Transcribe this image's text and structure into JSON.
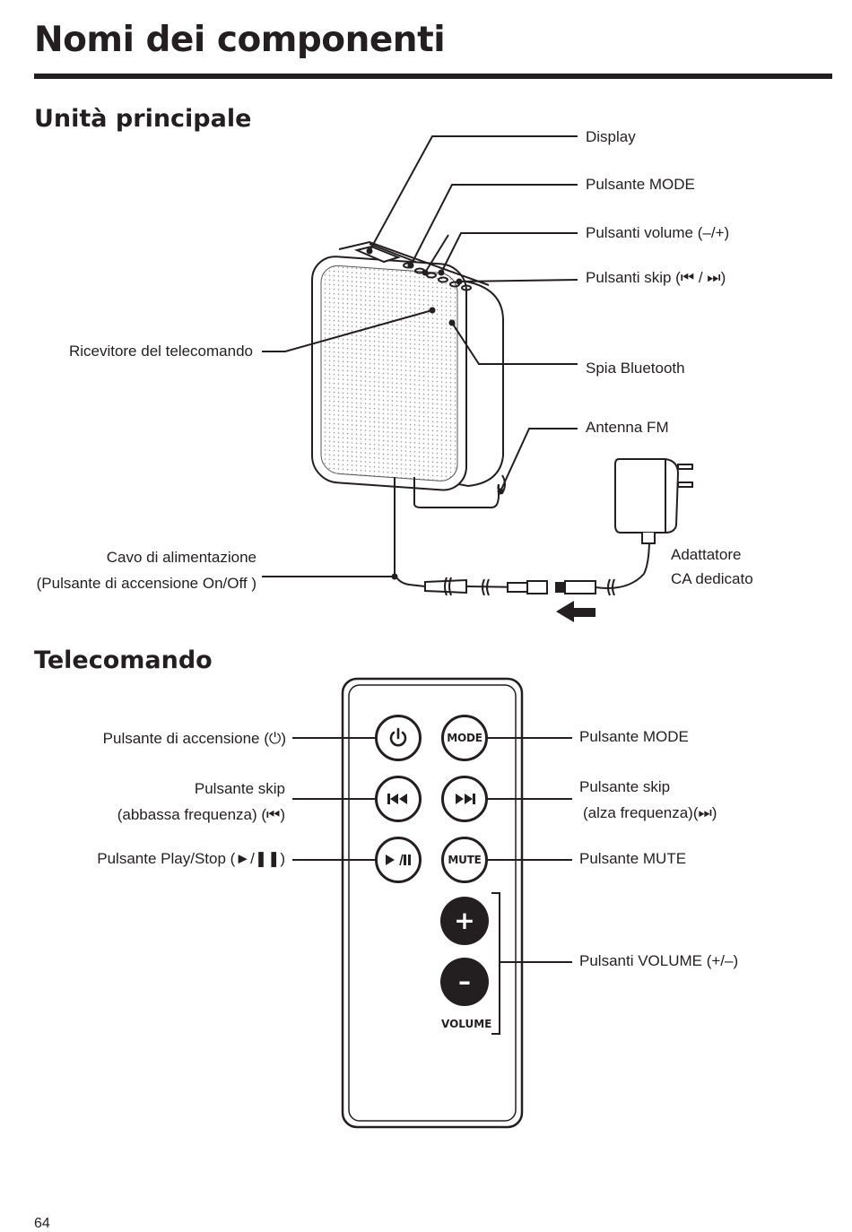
{
  "page": {
    "title": "Nomi dei componenti",
    "page_number": "64"
  },
  "main_unit": {
    "heading": "Unità principale",
    "labels": {
      "display": "Display",
      "mode_button": "Pulsante MODE",
      "volume_buttons": "Pulsanti volume (–/+)",
      "skip_buttons": "Pulsanti skip (⏮ / ⏭)",
      "remote_receiver": "Ricevitore del telecomando",
      "bluetooth_indicator": "Spia Bluetooth",
      "fm_antenna": "Antenna FM",
      "power_cord_line1": "Cavo di alimentazione",
      "power_cord_line2": "(Pulsante di accensione On/Off )",
      "ac_adapter_line1": "Adattatore",
      "ac_adapter_line2": "CA dedicato"
    }
  },
  "remote": {
    "heading": "Telecomando",
    "labels": {
      "power": "Pulsante di accensione (⏻)",
      "skip_down_line1": "Pulsante skip",
      "skip_down_line2": "(abbassa frequenza) (⏮)",
      "play_stop": "Pulsante Play/Stop (►/❚❚)",
      "mode": "Pulsante MODE",
      "skip_up_line1": "Pulsante skip",
      "skip_up_line2": "(alza frequenza)(⏭)",
      "mute": "Pulsante MUTE",
      "volume": "Pulsanti VOLUME (+/–)"
    },
    "buttons": {
      "mode": "MODE",
      "mute": "MUTE",
      "plus": "+",
      "minus": "–",
      "volume": "VOLUME"
    }
  },
  "icons": [
    "power-icon",
    "skip-back-icon",
    "skip-forward-icon",
    "play-pause-icon",
    "direction-arrow-icon"
  ]
}
